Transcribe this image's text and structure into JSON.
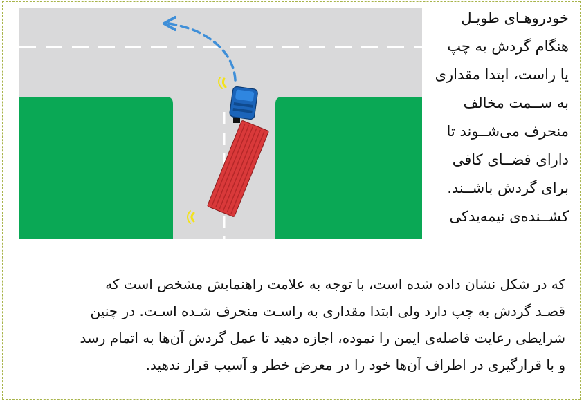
{
  "paragraph": {
    "side_lines": [
      "خودروهـای طویـل",
      "هنگام گردش به چپ",
      "یا راست، ابتدا مقداری",
      "به ســمت مخالف",
      "منحرف می‌شــوند تا",
      "دارای فضــای کافی",
      "برای گردش باشــند.",
      "کشــنده‌ی نیمه‌یدکی"
    ],
    "body_lines": [
      "که در شکل نشان داده شده است، با توجه به علامت راهنمایش مشخص است که",
      "قصـد گردش به چپ دارد ولی ابتدا مقداری به راسـت منحرف شـده اسـت. در چنین",
      "شرایطی رعایت فاصله‌ی ایمن را نموده، اجازه دهید تا عمل گردش آن‌ها به اتمام رسد",
      "و با قرارگیری در اطراف آن‌ها خود را در معرض خطر و آسیب قرار ندهید."
    ]
  },
  "colors": {
    "road": "#d9d9da",
    "grass": "#0aa855",
    "lane_marking": "#ffffff",
    "path_arrow": "#3f8fd8",
    "cab": "#1b64b9",
    "trailer": "#d9393a",
    "signal": "#f3e21b"
  }
}
